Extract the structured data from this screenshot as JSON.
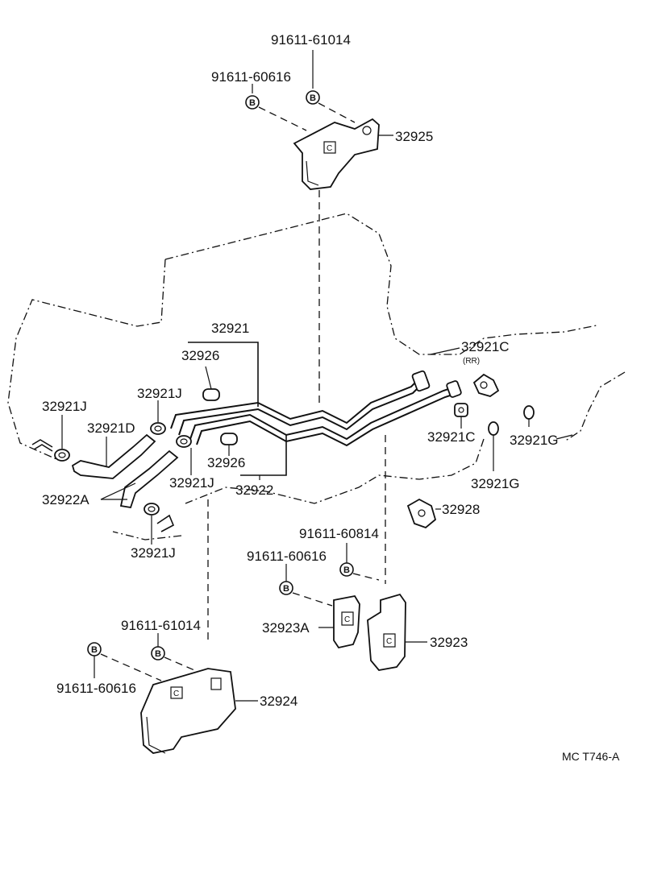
{
  "diagram": {
    "code": "MC T746-A",
    "labels": {
      "b_91611_61014_top": "91611-61014",
      "b_91611_60616_top": "91611-60616",
      "bracket_32925": "32925",
      "tube_32921": "32921",
      "hose_32926_upper": "32926",
      "clip_32921J_a": "32921J",
      "clip_32921J_b": "32921J",
      "hose_32921D": "32921D",
      "hose_32922A": "32922A",
      "clip_32921J_c": "32921J",
      "clip_32921J_d": "32921J",
      "hose_32926_lower": "32926",
      "tube_32922": "32922",
      "union_32921C_rr": "32921C",
      "rr_note": "(RR)",
      "union_32921C": "32921C",
      "gasket_32921G_a": "32921G",
      "gasket_32921G_b": "32921G",
      "clamp_32928": "32928",
      "b_91611_60814_mid": "91611-60814",
      "b_91611_60616_mid": "91611-60616",
      "bracket_32923A": "32923A",
      "bracket_32923": "32923",
      "b_91611_61014_bot": "91611-61014",
      "b_91611_60616_bot": "91611-60616",
      "bracket_32924": "32924",
      "bolt_marker": "B",
      "clip_marker": "C"
    }
  }
}
